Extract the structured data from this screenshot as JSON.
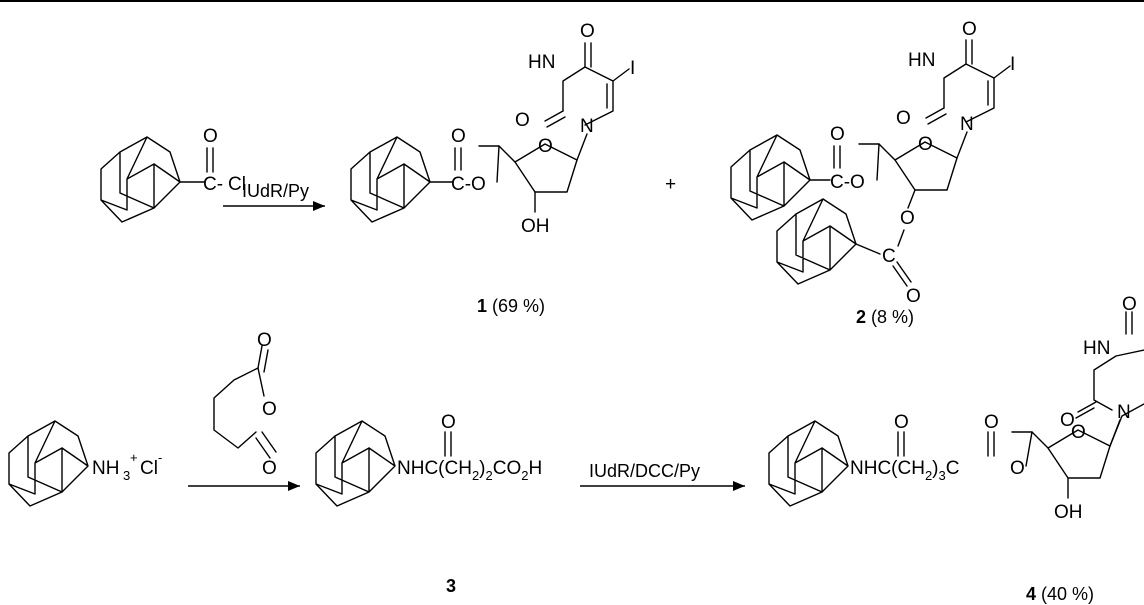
{
  "reactions": {
    "r1_reagent": "IUdR/Py",
    "r2_reagent_b": "IUdR/DCC/Py"
  },
  "atoms": {
    "O": "O",
    "Cl": "Cl",
    "I": "I",
    "H": "H",
    "N": "N",
    "HN": "HN",
    "OH": "OH",
    "C": "C",
    "C_ester_O": "C-O",
    "C_ester_dash": "C-",
    "C_ester_dash_O": "-O",
    "NH3": "NH",
    "NH3_sub": "3",
    "NH3_plus": "+",
    "Cl_minus": "Cl",
    "minus": "-",
    "plus": "+"
  },
  "compounds": {
    "c1_num": "1",
    "c1_yield": "(69 %)",
    "c2_num": "2",
    "c2_yield": "(8 %)",
    "c3_num": "3",
    "c4_num": "4",
    "c4_yield": "(40 %)",
    "c3_chain_a": "NHC(CH",
    "c3_chain_sub": "2",
    "c3_chain_b": ")",
    "c3_chain_sub2": "2",
    "c3_chain_c": "CO",
    "c3_chain_sub3": "2",
    "c3_chain_d": "H",
    "c4_chain_a": "NHC(CH",
    "c4_chain_sub": "2",
    "c4_chain_b": ")",
    "c4_chain_sub2": "3",
    "c4_chain_c": "C",
    "c4_chain_d": "O"
  }
}
